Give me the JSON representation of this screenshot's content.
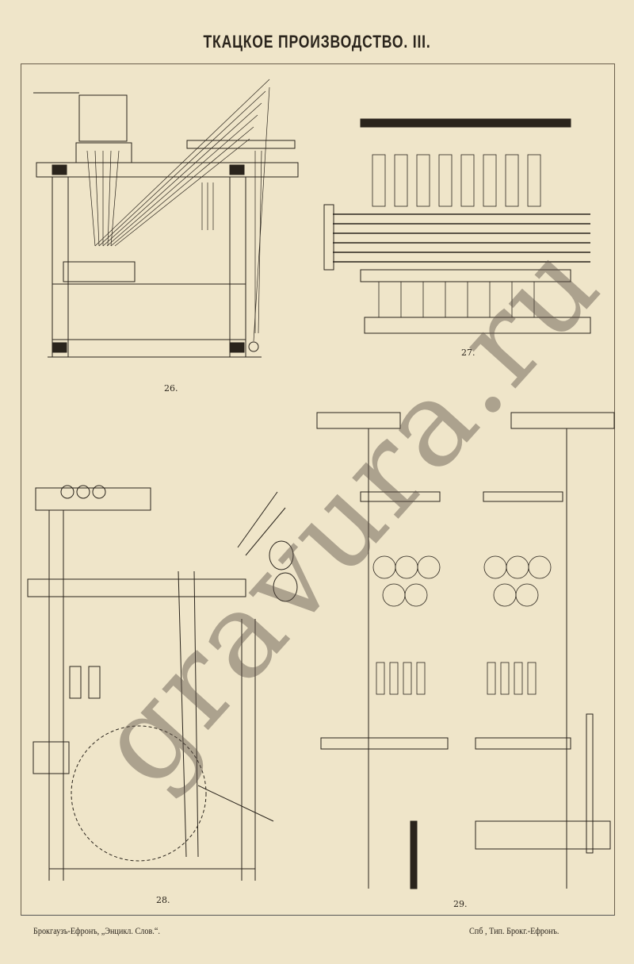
{
  "title": "ТКАЦКОЕ ПРОИЗВОДСТВО. III.",
  "figures": [
    {
      "number": "26."
    },
    {
      "number": "27."
    },
    {
      "number": "28."
    },
    {
      "number": "29."
    }
  ],
  "footer": {
    "left": "Брокгаузъ-Ефронъ, „Энцикл. Слов.“.",
    "right": "Спб , Тип. Брокг.-Ефронъ."
  },
  "watermark": "gravura.ru"
}
